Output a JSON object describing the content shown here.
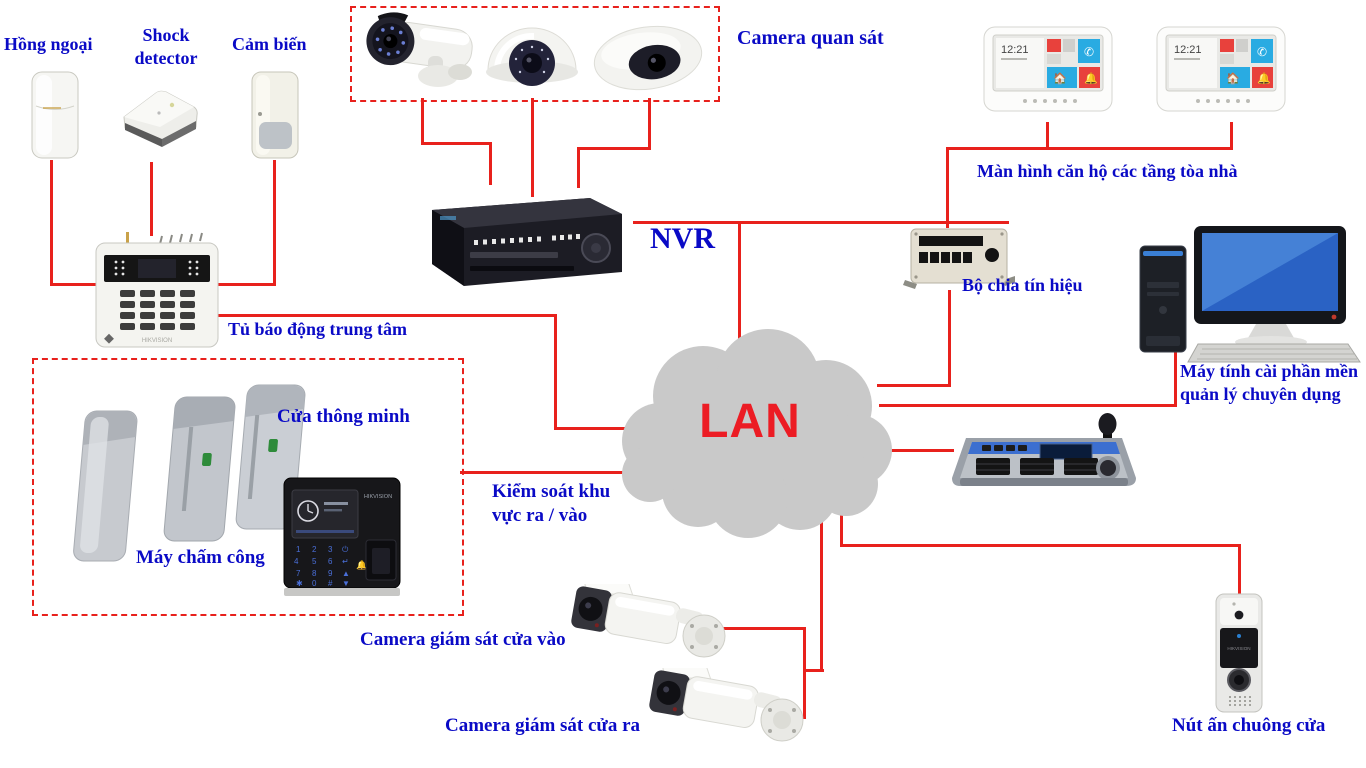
{
  "diagram": {
    "lan": "LAN",
    "brand": "HIKVISION",
    "intercom_time": "12:21",
    "labels": {
      "hong_ngoai": "Hồng ngoại",
      "shock_1": "Shock",
      "shock_2": "detector",
      "cam_bien": "Cảm biến",
      "camera_quan_sat": "Camera quan sát",
      "man_hinh": "Màn hình căn hộ các tầng tòa nhà",
      "nvr": "NVR",
      "tu_bao_dong": "Tủ báo động trung tâm",
      "bo_chia": "Bộ chia tín hiệu",
      "may_tinh_1": "Máy tính cài phần mền",
      "may_tinh_2": "quản lý chuyên dụng",
      "cua_thong_minh": "Cửa thông minh",
      "may_cham_cong": "Máy chấm công",
      "kiem_soat_1": "Kiểm soát khu",
      "kiem_soat_2": "vực ra / vào",
      "camera_vao": "Camera giám sát cửa vào",
      "camera_ra": "Camera giám sát cửa ra",
      "nut_chuong": "Nút ấn chuông cửa"
    },
    "colors": {
      "label_blue": "#0a0ac6",
      "line_red": "#e8211c",
      "lan_red": "#ec1c24",
      "cloud_gray": "#c9c9c9"
    }
  }
}
